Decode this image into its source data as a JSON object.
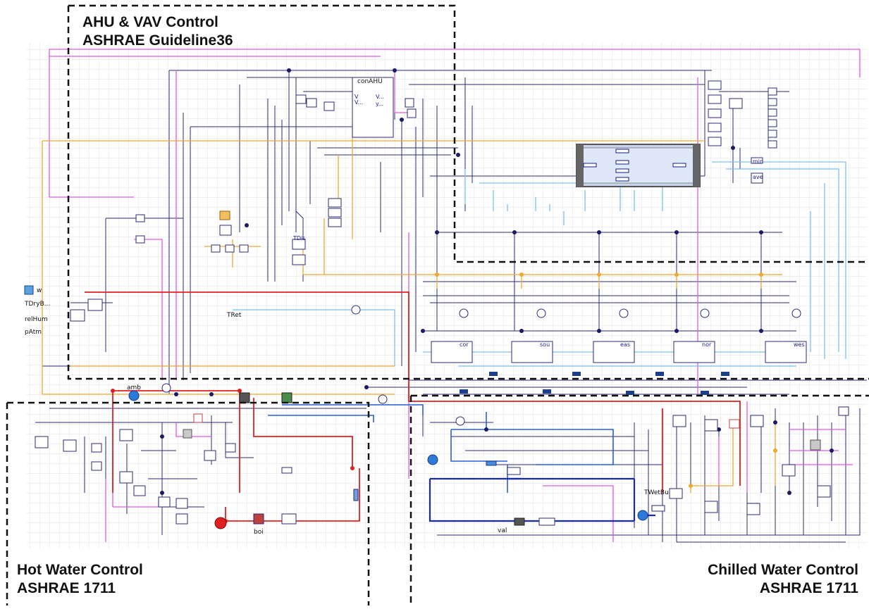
{
  "regions": {
    "ahu": {
      "line1": "AHU & VAV Control",
      "line2": "ASHRAE Guideline36"
    },
    "hot_water": {
      "line1": "Hot Water Control",
      "line2": "ASHRAE 1711"
    },
    "chilled_water": {
      "line1": "Chilled Water Control",
      "line2": "ASHRAE 1711"
    }
  },
  "labels": {
    "weather_w": "w",
    "tdry": "TDryB...",
    "relhum": "relHum",
    "patm": "pAtm",
    "controller": "conAHU",
    "controller_v": "V...",
    "controller_y": "y...",
    "tret": "TRet",
    "tdis": "TDis",
    "amb": "amb",
    "boi": "boi",
    "twetbu": "TWetBu",
    "val": "val",
    "cor": "cor",
    "sou": "sou",
    "eas": "eas",
    "nor": "nor",
    "wes": "wes",
    "min": "min",
    "ave": "ave"
  },
  "colors": {
    "grid": "#e3e3e3",
    "signal_navy": "#2b2b77",
    "signal_magenta": "#e05ae0",
    "signal_orange": "#f0a830",
    "fluid_red": "#e02020",
    "fluid_lightblue": "#7ec0ee",
    "fluid_blue": "#2a5fd8",
    "fluid_darkblue": "#1a2ab0",
    "region_border": "#111111"
  }
}
